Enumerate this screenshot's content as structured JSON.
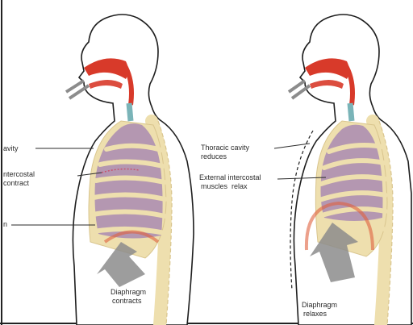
{
  "left_panel": {
    "label_cavity": "avity",
    "label_intercostal_1": "ntercostal",
    "label_intercostal_2": "contract",
    "label_n": "n",
    "label_diaphragm_1": "Diaphragm",
    "label_diaphragm_2": "contracts"
  },
  "right_panel": {
    "label_thoracic_1": "Thoracic cavity",
    "label_thoracic_2": "reduces",
    "label_external_1": "External intercostal",
    "label_external_2": "muscles  relax",
    "label_diaphragm_1": "Diaphragm",
    "label_diaphragm_2": "relaxes"
  },
  "colors": {
    "body_fill": "#ffffff",
    "body_outline": "#1e1e1e",
    "bone": "#eedfae",
    "bone_edge": "#d9c58e",
    "lung": "#a98bb2",
    "rib": "#8a6e9a",
    "airway_red": "#d83a2a",
    "trachea": "#7ab4b8",
    "diaphragm": "#e0603e",
    "arrow": "#8c8c8c"
  }
}
